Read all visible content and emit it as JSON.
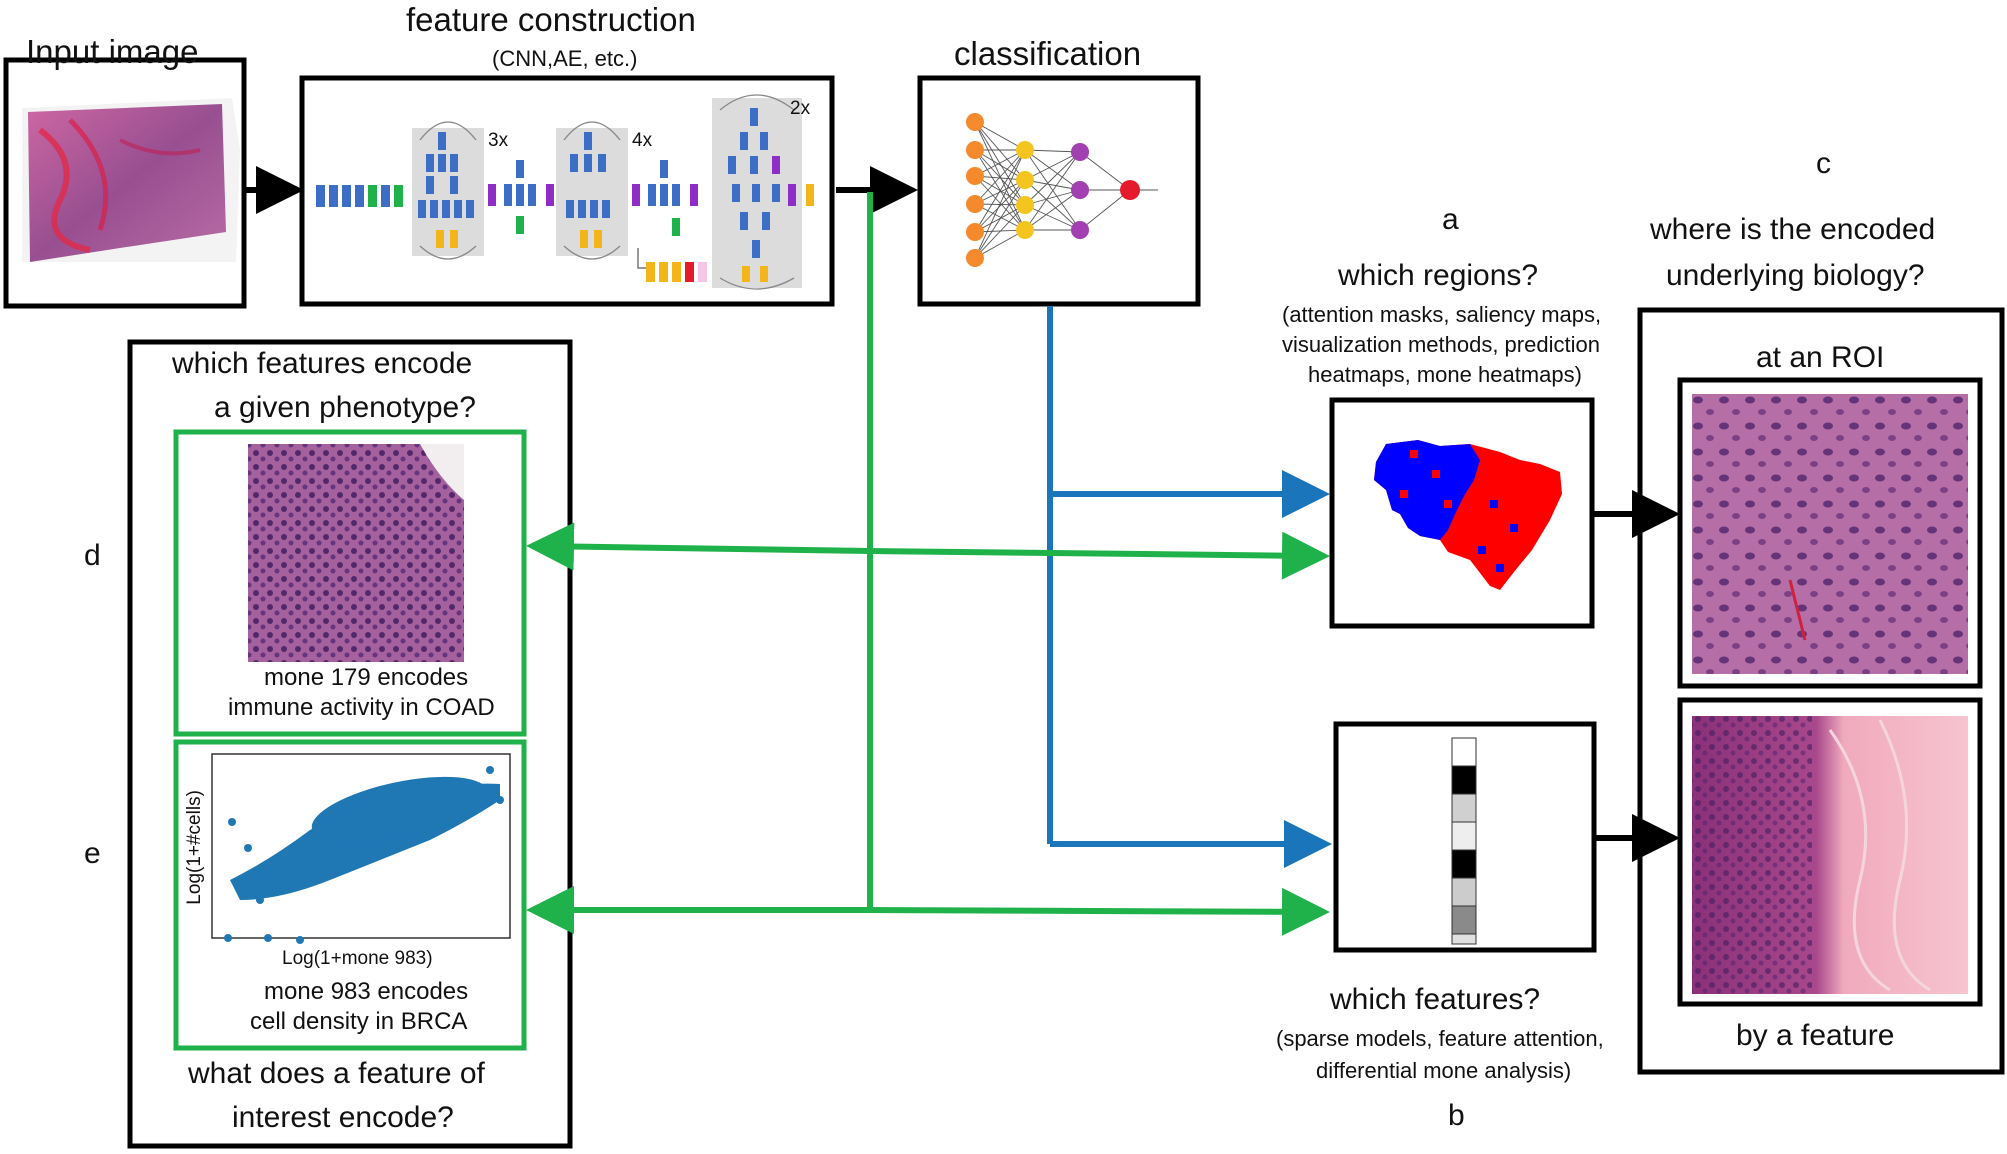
{
  "labels": {
    "input_image": "Input image",
    "feature_construction": "feature construction",
    "feature_construction_sub": "(CNN,AE, etc.)",
    "classification": "classification",
    "letter_a": "a",
    "letter_b": "b",
    "letter_c": "c",
    "letter_d": "d",
    "letter_e": "e",
    "which_regions": "which regions?",
    "which_regions_sub_1": "(attention masks, saliency maps,",
    "which_regions_sub_2": "visualization methods, prediction",
    "which_regions_sub_3": "heatmaps, mone heatmaps)",
    "which_features": "which features?",
    "which_features_sub_1": "(sparse models, feature attention,",
    "which_features_sub_2": "differential mone analysis)",
    "where_biology_1": "where is the encoded",
    "where_biology_2": "underlying biology?",
    "at_roi": "at an ROI",
    "by_feature": "by a feature",
    "which_features_encode_1": "which features encode",
    "which_features_encode_2": "a given phenotype?",
    "mone179_1": "mone 179 encodes",
    "mone179_2": "immune activity in COAD",
    "mone983_1": "mone 983 encodes",
    "mone983_2": "cell density in BRCA",
    "what_does_1": "what does a feature of",
    "what_does_2": "interest encode?",
    "scatter_xlabel": "Log(1+mone 983)",
    "scatter_ylabel": "Log(1+#cells)",
    "multiplier_3x": "3x",
    "multiplier_4x": "4x",
    "multiplier_2x": "2x"
  },
  "colors": {
    "green_arrow": "#1fb24a",
    "blue_arrow": "#1b75bb",
    "black": "#000000",
    "scatter_point": "#1f77b4",
    "heat_red": "#ff0000",
    "heat_blue": "#0000ff"
  }
}
